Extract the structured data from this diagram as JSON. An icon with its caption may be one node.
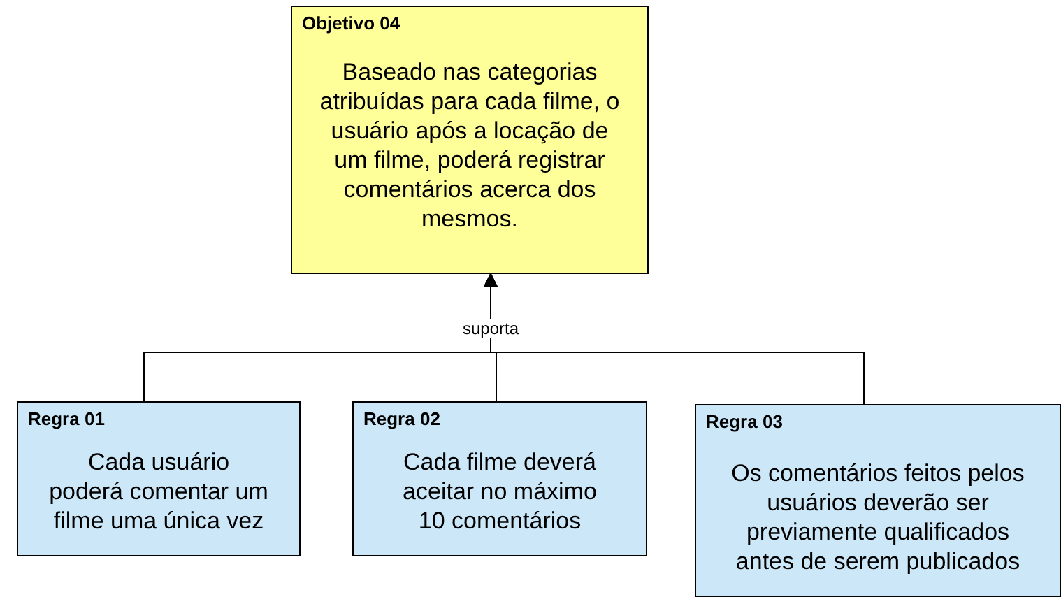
{
  "diagram": {
    "nodes": [
      {
        "text": [
          "Objetivo 04",
          "Baseado nas categorias atribuídas para cada filme, o usuário após a locação de um filme, poderá registrar comentários acerca dos mesmos."
        ]
      },
      {
        "text": [
          "Regra 01",
          "Cada usuário poderá comentar um filme uma única vez"
        ]
      },
      {
        "text": [
          "Regra 02",
          "Cada filme deverá aceitar no máximo 10 comentários"
        ]
      },
      {
        "text": [
          "Regra 03",
          "Os comentários feitos pelos usuários deverão ser previamente qualificados antes de serem publicados"
        ]
      }
    ],
    "edges": [
      {
        "from": 1,
        "to": 0,
        "arrow": "to"
      },
      {
        "from": 2,
        "to": 0,
        "arrow": "to",
        "label": "suporta"
      },
      {
        "from": 3,
        "to": 0,
        "arrow": "to"
      }
    ]
  }
}
